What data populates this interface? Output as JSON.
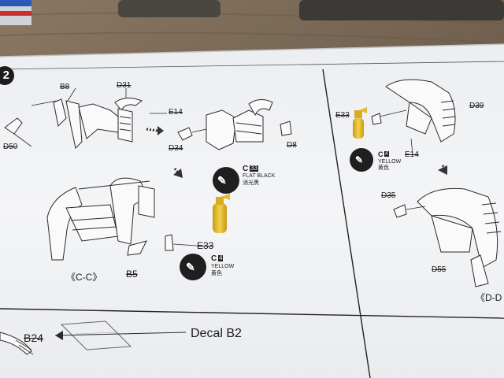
{
  "step": {
    "number": "2"
  },
  "left_panel": {
    "parts": {
      "b8": "B8",
      "d31": "D31",
      "e14": "E14",
      "d50": "D50",
      "d34": "D34",
      "d8": "D8",
      "e33": "E33",
      "b5": "B5"
    },
    "paint_black": {
      "code": "C",
      "num": "33",
      "name": "FLAT BLACK",
      "name_cn": "消光黑"
    },
    "paint_yellow": {
      "code": "C",
      "num": "4",
      "name": "YELLOW",
      "name_cn": "黄色"
    },
    "view_label": "《C-C》"
  },
  "right_panel": {
    "parts": {
      "e33": "E33",
      "d39": "D39",
      "e14": "E14",
      "d35": "D35",
      "d55": "D55"
    },
    "paint_yellow": {
      "code": "C",
      "num": "4",
      "name": "YELLOW",
      "name_cn": "黄色"
    },
    "view_label": "《D-D"
  },
  "bottom": {
    "part": "B24",
    "decal": "Decal B2"
  },
  "colors": {
    "paper": "#f2f3f5",
    "table": "#7a6a58",
    "resin_yellow": "#e3bd2a",
    "ink": "#1c1c1c"
  }
}
